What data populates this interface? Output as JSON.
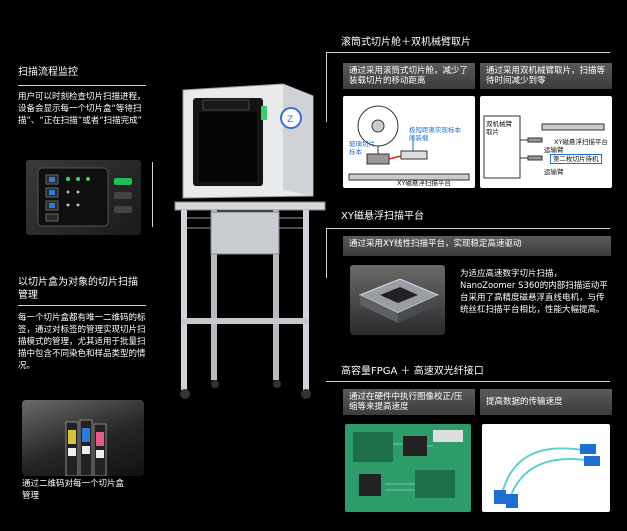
{
  "left": {
    "scan_monitor_title": "扫描流程监控",
    "scan_monitor_desc": "用户可以时刻检查切片扫描进程，设备会显示每一个切片盒“等待扫描”、“正在扫描”或者“扫描完成”",
    "cassette_title": "以切片盒为对象的切片扫描管理",
    "cassette_desc": "每一个切片盒都有唯一二维码的标签，通过对标签的管理实现切片扫描模式的管理，尤其适用于批量扫描中包含不同染色和样品类型的情况。",
    "qr_caption": "通过二维码对每一个切片盒管理"
  },
  "right": {
    "section1_title": "滚筒式切片舱＋双机械臂取片",
    "s1_bar1": "通过采用滚筒式切片舱，减少了装载切片的移动距离",
    "s1_bar2": "通过采用双机械臂取片，扫描等待时间减少到零",
    "d1_label_a": "极短距离实现标本的装载",
    "d1_label_b": "玻璃切片标本",
    "d1_label_c": "XY磁悬浮扫描平台",
    "d2_label_a": "双机械臂取片",
    "d2_label_b": "XY磁悬浮扫描平台",
    "d2_label_c": "运输臂",
    "d2_label_d": "第二枚切片待机",
    "d2_label_e": "运输臂",
    "section2_title": "XY磁悬浮扫描平台",
    "s2_bar": "通过采用XY线性扫描平台，实现稳定高速驱动",
    "s2_desc": "为适应高速数字切片扫描，NanoZoomer S360的内部扫描运动平台采用了高精度磁悬浮直线电机，与传统丝杠扫描平台相比，性能大幅提高。",
    "section3_title": "高容量FPGA ＋ 高速双光纤接口",
    "s3_bar1": "通过在硬件中执行图像校正/压缩等来提高速度",
    "s3_bar2": "提高数据的传输速度"
  },
  "colors": {
    "bar": "#4a4a4a",
    "accent_blue": "#1e6fd0",
    "pcb": "#2e9b6a"
  }
}
